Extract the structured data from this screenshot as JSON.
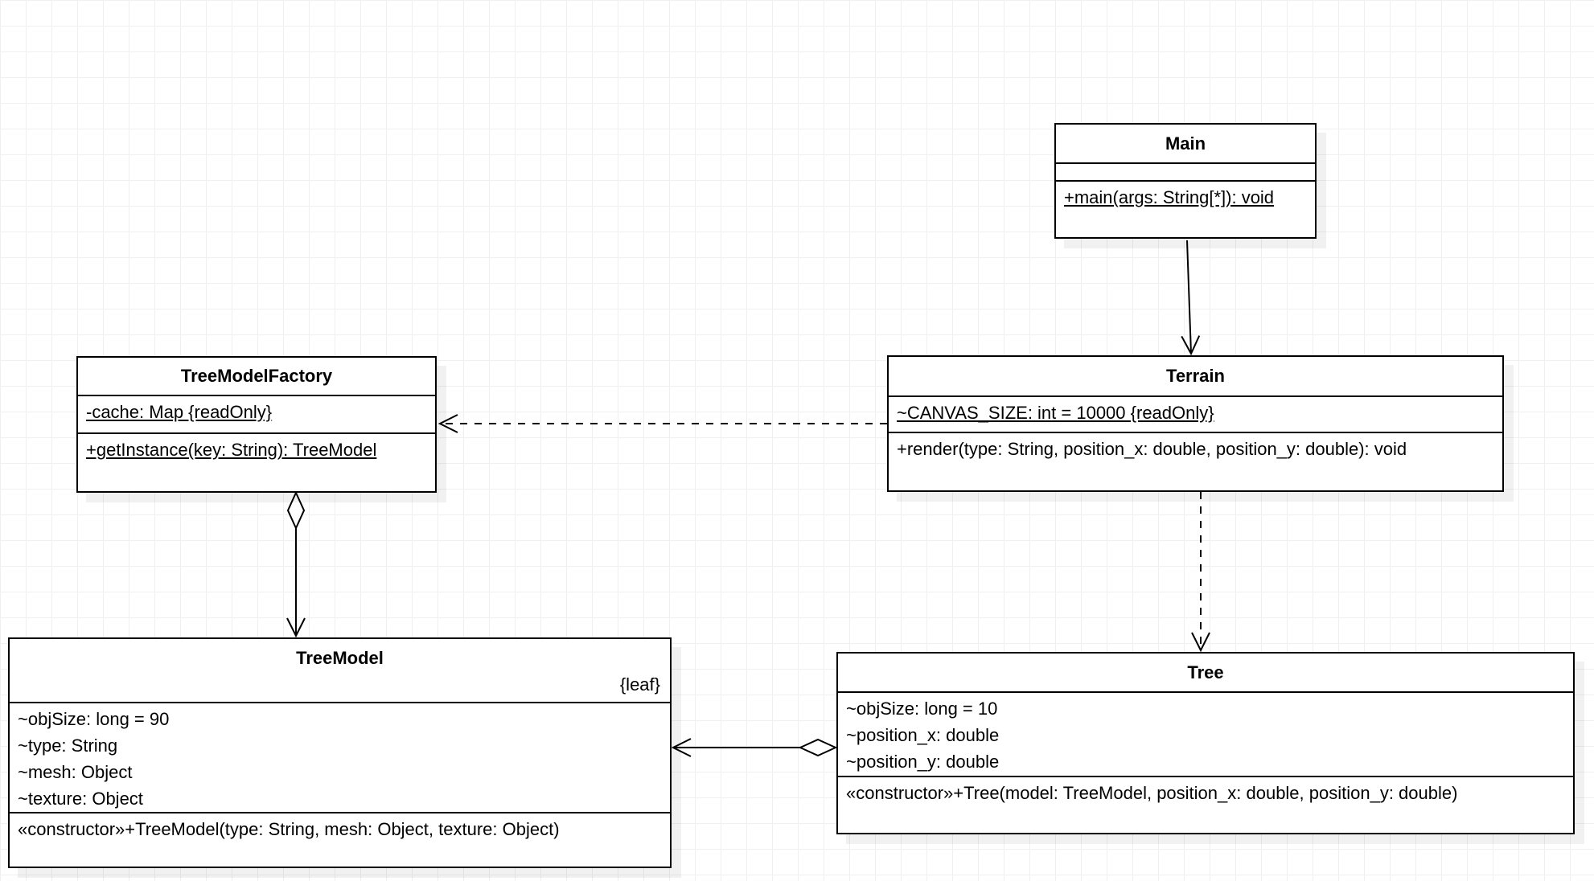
{
  "diagram_type": "UML class diagram",
  "classes": {
    "main": {
      "title": "Main",
      "attributes": [],
      "methods": [
        "+main(args: String[*]): void"
      ]
    },
    "treeModelFactory": {
      "title": "TreeModelFactory",
      "attributes": [
        "-cache: Map {readOnly}"
      ],
      "methods": [
        "+getInstance(key: String): TreeModel"
      ]
    },
    "terrain": {
      "title": "Terrain",
      "attributes": [
        "~CANVAS_SIZE: int = 10000 {readOnly}"
      ],
      "methods": [
        "+render(type: String, position_x: double, position_y: double): void"
      ]
    },
    "treeModel": {
      "title": "TreeModel",
      "constraint": "{leaf}",
      "attributes": [
        "~objSize: long = 90",
        "~type: String",
        "~mesh: Object",
        "~texture: Object"
      ],
      "methods": [
        "«constructor»+TreeModel(type: String, mesh: Object, texture: Object)"
      ]
    },
    "tree": {
      "title": "Tree",
      "attributes": [
        "~objSize: long = 10",
        "~position_x: double",
        "~position_y: double"
      ],
      "methods": [
        "«constructor»+Tree(model: TreeModel, position_x: double, position_y: double)"
      ]
    }
  },
  "relationships": [
    {
      "from": "Main",
      "to": "Terrain",
      "type": "directed-association",
      "line": "solid",
      "arrowhead": "open"
    },
    {
      "from": "Terrain",
      "to": "TreeModelFactory",
      "type": "dependency",
      "line": "dashed",
      "arrowhead": "open"
    },
    {
      "from": "TreeModelFactory",
      "to": "TreeModel",
      "type": "aggregation",
      "line": "solid",
      "arrowhead": "open",
      "diamond_end": "TreeModelFactory"
    },
    {
      "from": "Terrain",
      "to": "Tree",
      "type": "dependency",
      "line": "dashed",
      "arrowhead": "open"
    },
    {
      "from": "Tree",
      "to": "TreeModel",
      "type": "aggregation",
      "line": "solid",
      "arrowhead": "open",
      "diamond_end": "Tree"
    }
  ],
  "colors": {
    "stroke": "#000000",
    "fill": "#ffffff",
    "grid": "#f0f0f1"
  }
}
